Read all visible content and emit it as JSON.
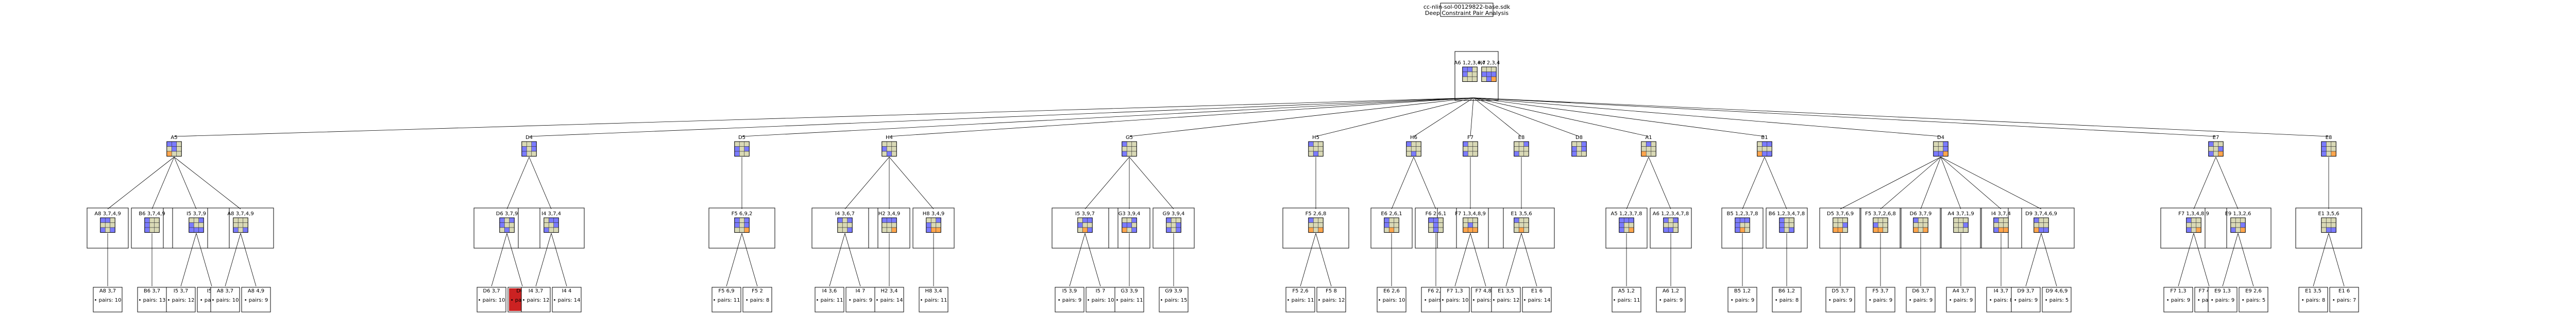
{
  "title": {
    "line1": "cc-nlin-sol-00129822-base.sdk",
    "line2": "Deep Constraint Pair Analysis"
  },
  "colors": {
    "empty": "#d9d9b6",
    "blue": "#7b7bff",
    "orange": "#ffa64d",
    "red": "#cc2222"
  },
  "root_nodes": [
    {
      "label": "A6  1,2,3,4,7",
      "children": []
    },
    {
      "label": "H4  2,3,4",
      "children": []
    }
  ],
  "level1": [
    {
      "label": "A5",
      "children": [
        {
          "label": "A8  3,7,4,9",
          "leaves": [
            {
              "label": "A8  3,7",
              "pairs": "• pairs: 10"
            }
          ]
        },
        {
          "label": "B6  3,7,4,9",
          "leaves": [
            {
              "label": "B6  3,7",
              "pairs": "• pairs: 13"
            }
          ]
        },
        {
          "label": "I5  3,7,9",
          "leaves": [
            {
              "label": "I5  3,7",
              "pairs": "• pairs: 12"
            },
            {
              "label": "I5  9",
              "pairs": "• pairs: 7"
            }
          ]
        },
        {
          "label": "A8  3,7,4,9",
          "leaves": [
            {
              "label": "A8  3,7",
              "pairs": "• pairs: 10"
            },
            {
              "label": "A8  4,9",
              "pairs": "• pairs: 9"
            }
          ]
        }
      ]
    },
    {
      "label": "D4",
      "children": [
        {
          "label": "D6  3,7,9",
          "leaves": [
            {
              "label": "D6  3,7",
              "pairs": "• pairs: 10"
            },
            {
              "label": "D6  9",
              "pairs": "• pairs: 9",
              "red": true
            }
          ]
        },
        {
          "label": "I4  3,7,4",
          "leaves": [
            {
              "label": "I4  3,7",
              "pairs": "• pairs: 12"
            },
            {
              "label": "I4  4",
              "pairs": "• pairs: 14"
            }
          ]
        }
      ]
    },
    {
      "label": "D5",
      "children": [
        {
          "label": "F5  6,9,2",
          "leaves": [
            {
              "label": "F5  6,9",
              "pairs": "• pairs: 11"
            },
            {
              "label": "F5  2",
              "pairs": "• pairs: 8"
            }
          ]
        }
      ]
    },
    {
      "label": "H4",
      "children": [
        {
          "label": "I4  3,6,7",
          "leaves": [
            {
              "label": "I4  3,6",
              "pairs": "• pairs: 11"
            },
            {
              "label": "I4  7",
              "pairs": "• pairs: 9"
            }
          ]
        },
        {
          "label": "H2  3,4,9",
          "leaves": [
            {
              "label": "H2  3,4",
              "pairs": "• pairs: 14"
            }
          ]
        },
        {
          "label": "H8  3,4,9",
          "leaves": [
            {
              "label": "H8  3,4",
              "pairs": "• pairs: 11"
            }
          ]
        }
      ]
    },
    {
      "label": "G5",
      "children": [
        {
          "label": "I5  3,9,7",
          "leaves": [
            {
              "label": "I5  3,9",
              "pairs": "• pairs: 9"
            },
            {
              "label": "I5  7",
              "pairs": "• pairs: 10"
            }
          ]
        },
        {
          "label": "G3  3,9,4",
          "leaves": [
            {
              "label": "G3  3,9",
              "pairs": "• pairs: 11"
            }
          ]
        },
        {
          "label": "G9  3,9,4",
          "leaves": [
            {
              "label": "G9  3,9",
              "pairs": "• pairs: 15"
            }
          ]
        }
      ]
    },
    {
      "label": "H5",
      "children": [
        {
          "label": "F5  2,6,8",
          "leaves": [
            {
              "label": "F5  2,6",
              "pairs": "• pairs: 11"
            },
            {
              "label": "F5  8",
              "pairs": "• pairs: 12"
            }
          ]
        }
      ]
    },
    {
      "label": "H6",
      "children": [
        {
          "label": "E6  2,6,1",
          "leaves": [
            {
              "label": "E6  2,6",
              "pairs": "• pairs: 10"
            }
          ]
        },
        {
          "label": "F6  2,6,1",
          "leaves": [
            {
              "label": "F6  2,6",
              "pairs": "• pairs: 9"
            }
          ]
        }
      ]
    },
    {
      "label": "F7",
      "children": [
        {
          "label": "F7  1,3,4,8,9",
          "leaves": [
            {
              "label": "F7  1,3",
              "pairs": "• pairs: 10"
            },
            {
              "label": "F7  4,8,9",
              "pairs": "• pairs: 10"
            }
          ]
        }
      ]
    },
    {
      "label": "E8",
      "children": [
        {
          "label": "E1  3,5,6",
          "leaves": [
            {
              "label": "E1  3,5",
              "pairs": "• pairs: 12"
            },
            {
              "label": "E1  6",
              "pairs": "• pairs: 14"
            }
          ]
        }
      ]
    },
    {
      "label": "D8",
      "children": []
    },
    {
      "label": "A1",
      "children": [
        {
          "label": "A5  1,2,3,7,8",
          "leaves": [
            {
              "label": "A5  1,2",
              "pairs": "• pairs: 11"
            }
          ]
        },
        {
          "label": "A6  1,2,3,4,7,8",
          "leaves": [
            {
              "label": "A6  1,2",
              "pairs": "• pairs: 9"
            }
          ]
        }
      ]
    },
    {
      "label": "B1",
      "children": [
        {
          "label": "B5  1,2,3,7,8",
          "leaves": [
            {
              "label": "B5  1,2",
              "pairs": "• pairs: 9"
            }
          ]
        },
        {
          "label": "B6  1,2,3,4,7,8",
          "leaves": [
            {
              "label": "B6  1,2",
              "pairs": "• pairs: 8"
            }
          ]
        }
      ]
    },
    {
      "label": "D4",
      "children": [
        {
          "label": "D5  3,7,6,9",
          "leaves": [
            {
              "label": "D5  3,7",
              "pairs": "• pairs: 9"
            }
          ]
        },
        {
          "label": "F5  3,7,2,6,8",
          "leaves": [
            {
              "label": "F5  3,7",
              "pairs": "• pairs: 9"
            }
          ]
        },
        {
          "label": "D6  3,7,9",
          "leaves": [
            {
              "label": "D6  3,7",
              "pairs": "• pairs: 9"
            }
          ]
        },
        {
          "label": "A4  3,7,1,9",
          "leaves": [
            {
              "label": "A4  3,7",
              "pairs": "• pairs: 9"
            }
          ]
        },
        {
          "label": "I4  3,7,4",
          "leaves": [
            {
              "label": "I4  3,7",
              "pairs": "• pairs: 8"
            }
          ]
        },
        {
          "label": "D9  3,7,4,6,9",
          "leaves": [
            {
              "label": "D9  3,7",
              "pairs": "• pairs: 9"
            },
            {
              "label": "D9  4,6,9",
              "pairs": "• pairs: 5"
            }
          ]
        }
      ]
    },
    {
      "label": "E7",
      "children": [
        {
          "label": "F7  1,3,4,8,9",
          "leaves": [
            {
              "label": "F7  1,3",
              "pairs": "• pairs: 9"
            },
            {
              "label": "F7  4,8,9",
              "pairs": "• pairs: 4"
            }
          ]
        },
        {
          "label": "E9  1,3,2,6",
          "leaves": [
            {
              "label": "E9  1,3",
              "pairs": "• pairs: 9"
            },
            {
              "label": "E9  2,6",
              "pairs": "• pairs: 5"
            }
          ]
        }
      ]
    },
    {
      "label": "E8",
      "children": [
        {
          "label": "E1  3,5,6",
          "leaves": [
            {
              "label": "E1  3,5",
              "pairs": "• pairs: 8"
            },
            {
              "label": "E1  6",
              "pairs": "• pairs: 7"
            }
          ]
        }
      ]
    }
  ]
}
